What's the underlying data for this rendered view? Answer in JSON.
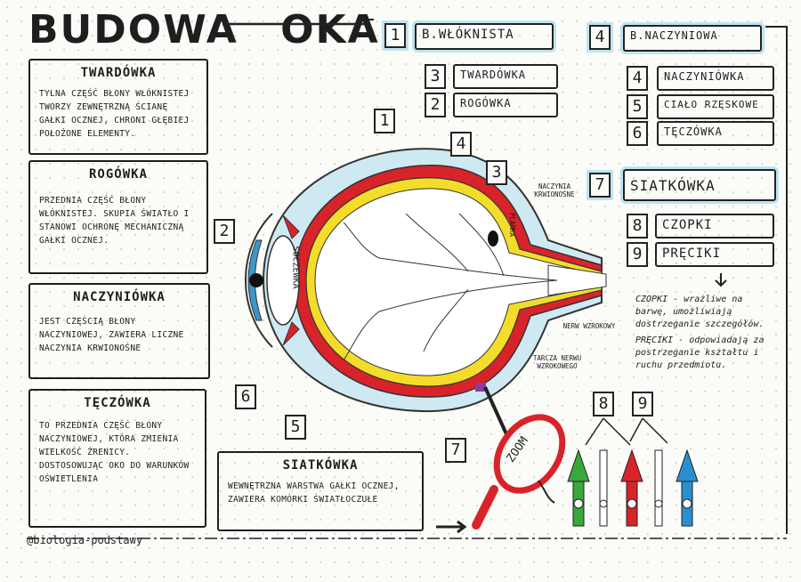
{
  "title": "BUDOWA OKA",
  "left_boxes": [
    {
      "heading": "TWARDÓWKA",
      "text": "TYLNA CZĘŚĆ BŁONY WŁÓKNISTEJ TWORZY ZEWNĘTRZNĄ ŚCIANĘ GAŁKI OCZNEJ, CHRONI GŁĘBIEJ POŁOŻONE ELEMENTY."
    },
    {
      "heading": "ROGÓWKA",
      "text": "PRZEDNIA CZĘŚĆ BŁONY WŁÓKNISTEJ. SKUPIA ŚWIATŁO I STANOWI OCHRONĘ MECHANICZNĄ GAŁKI OCZNEJ."
    },
    {
      "heading": "NACZYNIÓWKA",
      "text": "JEST CZĘŚCIĄ BŁONY NACZYNIOWEJ, ZAWIERA LICZNE NACZYNIA KRWIONOŚNE"
    },
    {
      "heading": "TĘCZÓWKA",
      "text": "TO PRZEDNIA CZĘŚĆ BŁONY NACZYNIOWEJ, KTÓRA ZMIENIA WIELKOŚĆ ŹRENICY. DOSTOSOWUJĄC OKO DO WARUNKÓW OŚWIETLENIA"
    }
  ],
  "bottom_box": {
    "heading": "SIATKÓWKA",
    "text": "WEWNĘTRZNA WARSTWA GAŁKI OCZNEJ, ZAWIERA KOMÓRKI ŚWIATŁOCZUŁE"
  },
  "legend": {
    "group1": {
      "number": "1",
      "label": "B.WŁÓKNISTA",
      "items": [
        {
          "number": "3",
          "label": "TWARDÓWKA"
        },
        {
          "number": "2",
          "label": "ROGÓWKA"
        }
      ]
    },
    "group2": {
      "number": "4",
      "label": "B.NACZYNIOWA",
      "items": [
        {
          "number": "4",
          "label": "NACZYNIÓWKA"
        },
        {
          "number": "5",
          "label": "CIAŁO RZĘSKOWE"
        },
        {
          "number": "6",
          "label": "TĘCZÓWKA"
        }
      ]
    },
    "group3": {
      "number": "7",
      "label": "SIATKÓWKA",
      "items": [
        {
          "number": "8",
          "label": "CZOPKI"
        },
        {
          "number": "9",
          "label": "PRĘCIKI"
        }
      ]
    }
  },
  "notes": [
    "CZOPKI - wrażliwe na barwę, umożliwiają dostrzeganie szczegółów.",
    "PRĘCIKI - odpowiadają za postrzeganie kształtu i ruchu przedmiotu."
  ],
  "diagram_labels": {
    "soczewka": "SOCZEWKA",
    "naczynia": "NACZYNIA KRWIONOŚNE",
    "plamka": "PLAMKA",
    "nerw": "NERW WZROKOWY",
    "tarcza": "TARCZA NERWU WZROKOWEGO",
    "zoom": "ZOOM",
    "callouts": [
      "1",
      "2",
      "3",
      "4",
      "5",
      "6",
      "7"
    ],
    "cell_callouts": [
      "8",
      "9"
    ]
  },
  "footer": "@biologia-podstawy",
  "colors": {
    "sclera": "#bfe3ef",
    "choroid": "#d8232a",
    "retina": "#f3dc2a",
    "iris": "#3a97c9",
    "green_cone": "#3aa83a",
    "blue_cone": "#2a8fd0"
  }
}
